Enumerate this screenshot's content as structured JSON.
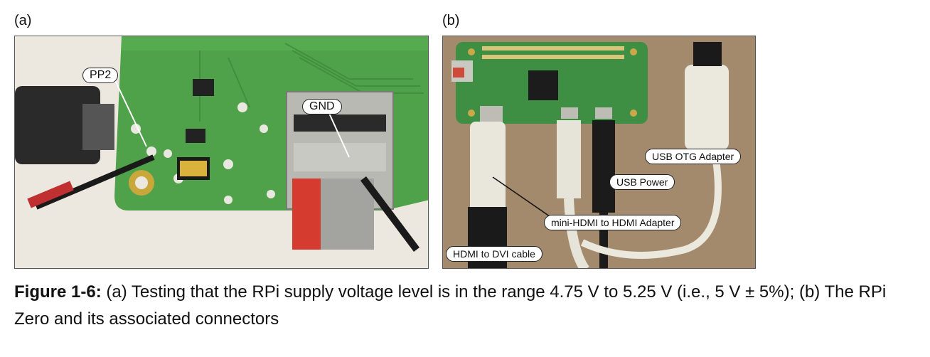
{
  "panel_a": {
    "label": "(a)",
    "callouts": {
      "pp2": "PP2",
      "gnd": "GND"
    }
  },
  "panel_b": {
    "label": "(b)",
    "callouts": {
      "usb_otg_adapter": "USB OTG Adapter",
      "usb_power": "USB Power",
      "mini_hdmi_adapter": "mini-HDMI to HDMI Adapter",
      "hdmi_dvi_cable": "HDMI to DVI cable"
    }
  },
  "caption": {
    "label": "Figure 1-6:",
    "text": " (a) Testing that the RPi supply voltage level is in the range 4.75 V to 5.25 V (i.e., 5 V ± 5%); (b) The RPi  Zero and its associated connectors"
  },
  "colors": {
    "pcb_green": "#4fa24a",
    "background_b": "#a48a6c"
  }
}
